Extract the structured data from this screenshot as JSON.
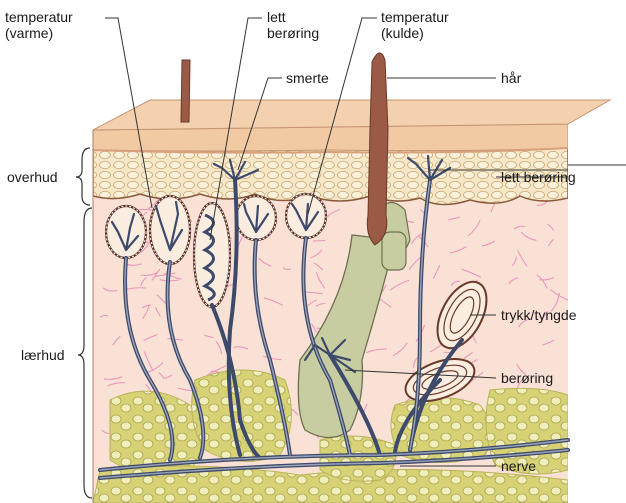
{
  "labels": {
    "temperatur_varme": "temperatur\n(varme)",
    "lett_beroring_top": "lett\nberøring",
    "temperatur_kulde": "temperatur\n(kulde)",
    "smerte": "smerte",
    "har": "hår",
    "overhud": "overhud",
    "lett_beroring_right": "lett berøring",
    "larhud": "lærhud",
    "trykk_tyngde": "trykk/tyngde",
    "beroring": "berøring",
    "nerve": "nerve"
  },
  "colors": {
    "epidermis_top": "#f1c9a3",
    "epidermis_cells": "#f6e8c7",
    "dermis": "#fae1d6",
    "fibers": "#e58bb8",
    "fat": "#d9d47a",
    "fat_cell": "#efedb8",
    "nerve": "#3d4a6b",
    "nerve_light": "#9aa3b7",
    "hair": "#9a5a45",
    "follicle": "#c7cda0",
    "capsule": "#5a2e25",
    "label_line": "#333333"
  }
}
